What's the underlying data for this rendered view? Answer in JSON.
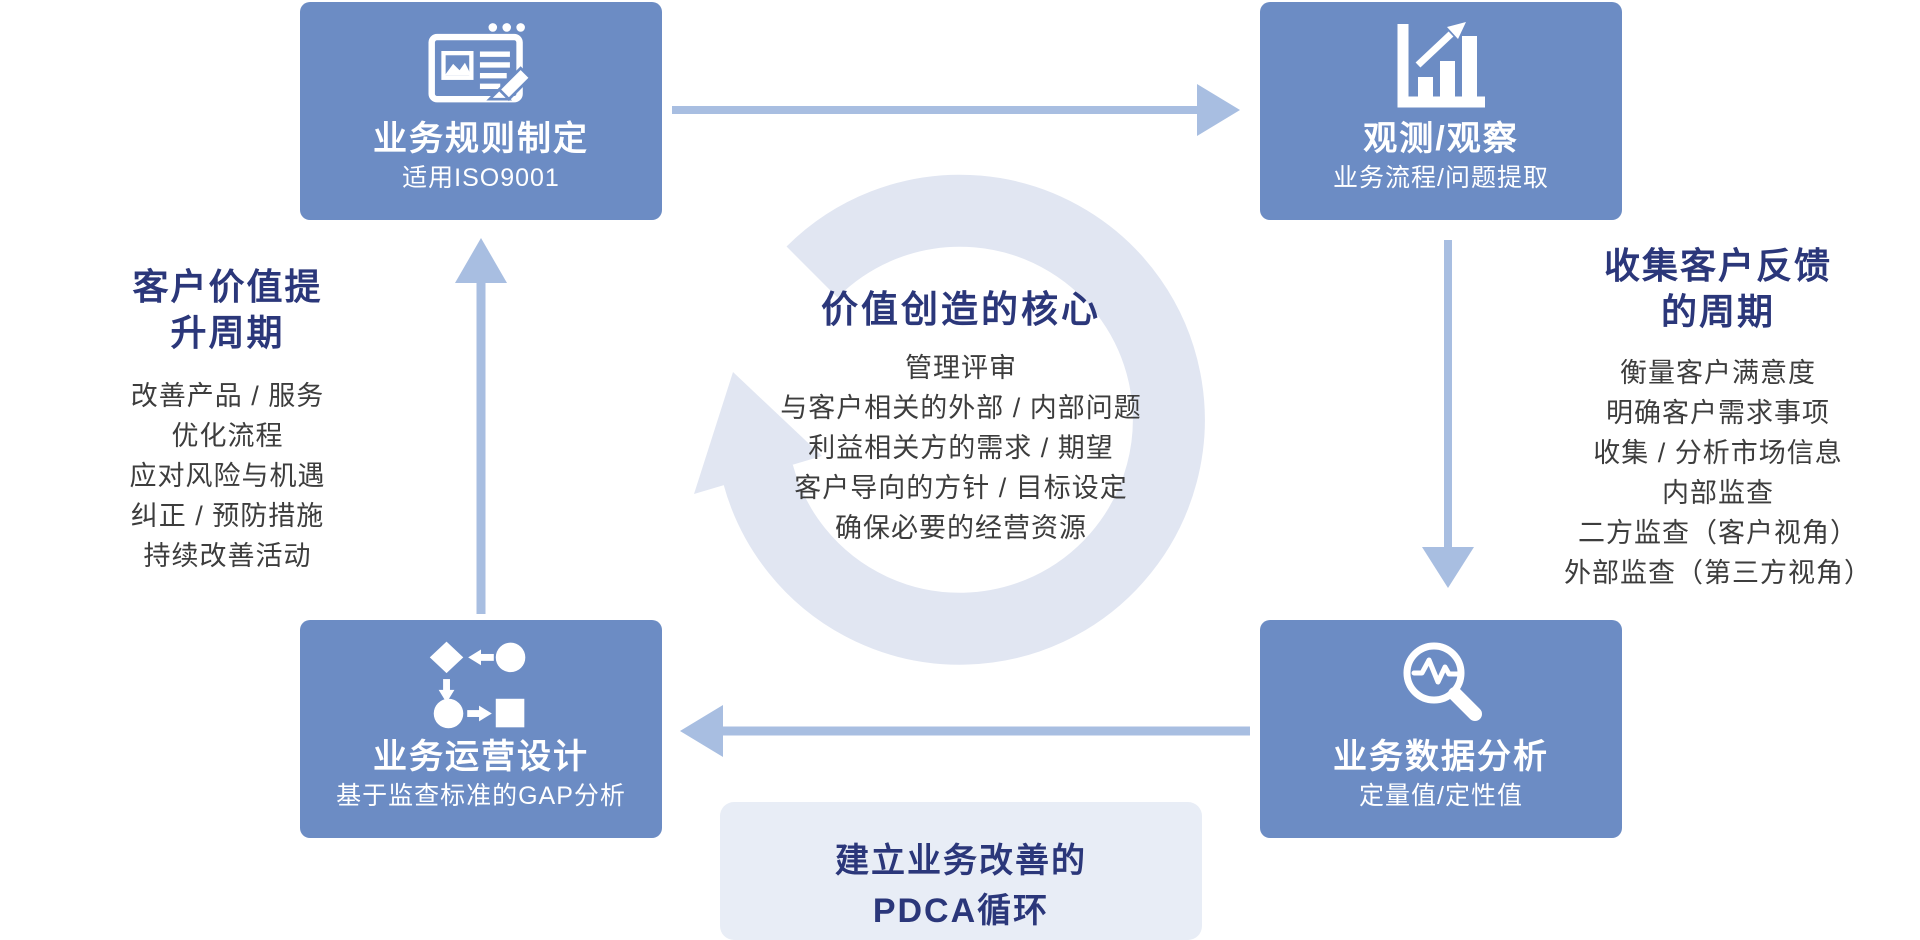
{
  "colors": {
    "box-blue": "#6C8CC4",
    "arrow-blue": "#A8BEE1",
    "ring-lavender": "#E1E6F2",
    "note-bg": "#E8EDF6",
    "navy": "#2B377A",
    "body-text": "#3D3D3D",
    "white": "#FFFFFF"
  },
  "nodes": {
    "top_left": {
      "title": "业务规则制定",
      "subtitle": "适用ISO9001",
      "icon": "document-edit-icon"
    },
    "top_right": {
      "title": "观测/观察",
      "subtitle": "业务流程/问题提取",
      "icon": "bar-chart-icon"
    },
    "bottom_right": {
      "title": "业务数据分析",
      "subtitle": "定量值/定性值",
      "icon": "magnifier-pulse-icon"
    },
    "bottom_left": {
      "title": "业务运营设计",
      "subtitle": "基于监查标准的GAP分析",
      "icon": "flowchart-icon"
    }
  },
  "left_panel": {
    "heading_line1": "客户价值提",
    "heading_line2": "升周期",
    "items": [
      "改善产品 / 服务",
      "优化流程",
      "应对风险与机遇",
      "纠正 / 预防措施",
      "持续改善活动"
    ]
  },
  "right_panel": {
    "heading_line1": "收集客户反馈",
    "heading_line2": "的周期",
    "items": [
      "衡量客户满意度",
      "明确客户需求事项",
      "收集 / 分析市场信息",
      "内部监查",
      "二方监查（客户视角）",
      "外部监查（第三方视角）"
    ]
  },
  "center": {
    "heading": "价值创造的核心",
    "items": [
      "管理评审",
      "与客户相关的外部 / 内部问题",
      "利益相关方的需求 / 期望",
      "客户导向的方针 / 目标设定",
      "确保必要的经营资源"
    ]
  },
  "bottom_note": {
    "line1": "建立业务改善的",
    "line2": "PDCA循环"
  }
}
